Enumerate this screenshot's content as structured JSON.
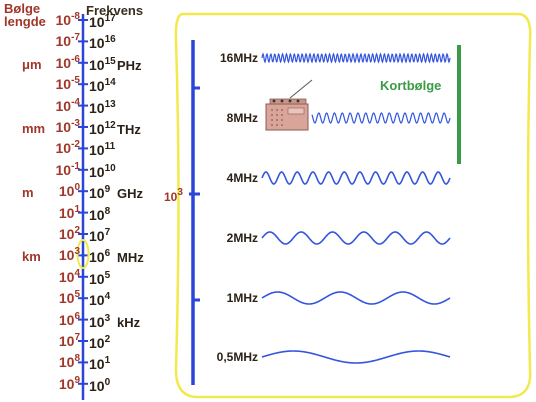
{
  "headers": {
    "wavelength_line1": "Bølge",
    "wavelength_line2": "lengde",
    "frequency": "Frekvens"
  },
  "wavelength_scale": [
    {
      "unit": "",
      "base": "10",
      "exp": "-8"
    },
    {
      "unit": "",
      "base": "10",
      "exp": "-7"
    },
    {
      "unit": "μm",
      "base": "10",
      "exp": "-6"
    },
    {
      "unit": "",
      "base": "10",
      "exp": "-5"
    },
    {
      "unit": "",
      "base": "10",
      "exp": "-4"
    },
    {
      "unit": "mm",
      "base": "10",
      "exp": "-3"
    },
    {
      "unit": "",
      "base": "10",
      "exp": "-2"
    },
    {
      "unit": "",
      "base": "10",
      "exp": "-1"
    },
    {
      "unit": "m",
      "base": "10",
      "exp": "0"
    },
    {
      "unit": "",
      "base": "10",
      "exp": "1"
    },
    {
      "unit": "",
      "base": "10",
      "exp": "2"
    },
    {
      "unit": "km",
      "base": "10",
      "exp": "3"
    },
    {
      "unit": "",
      "base": "10",
      "exp": "4"
    },
    {
      "unit": "",
      "base": "10",
      "exp": "5"
    },
    {
      "unit": "",
      "base": "10",
      "exp": "6"
    },
    {
      "unit": "",
      "base": "10",
      "exp": "7"
    },
    {
      "unit": "",
      "base": "10",
      "exp": "8"
    },
    {
      "unit": "",
      "base": "10",
      "exp": "9"
    }
  ],
  "frequency_scale": [
    {
      "base": "10",
      "exp": "17",
      "unit": ""
    },
    {
      "base": "10",
      "exp": "16",
      "unit": ""
    },
    {
      "base": "10",
      "exp": "15",
      "unit": "PHz"
    },
    {
      "base": "10",
      "exp": "14",
      "unit": ""
    },
    {
      "base": "10",
      "exp": "13",
      "unit": ""
    },
    {
      "base": "10",
      "exp": "12",
      "unit": "THz"
    },
    {
      "base": "10",
      "exp": "11",
      "unit": ""
    },
    {
      "base": "10",
      "exp": "10",
      "unit": ""
    },
    {
      "base": "10",
      "exp": "9",
      "unit": "GHz"
    },
    {
      "base": "10",
      "exp": "8",
      "unit": ""
    },
    {
      "base": "10",
      "exp": "7",
      "unit": ""
    },
    {
      "base": "10",
      "exp": "6",
      "unit": "MHz"
    },
    {
      "base": "10",
      "exp": "5",
      "unit": ""
    },
    {
      "base": "10",
      "exp": "4",
      "unit": ""
    },
    {
      "base": "10",
      "exp": "3",
      "unit": "kHz"
    },
    {
      "base": "10",
      "exp": "2",
      "unit": ""
    },
    {
      "base": "10",
      "exp": "1",
      "unit": ""
    },
    {
      "base": "10",
      "exp": "0",
      "unit": ""
    }
  ],
  "zoom": {
    "scale_base": "10",
    "scale_exp": "3",
    "shortwave_label": "Kortbølge"
  },
  "waves": [
    {
      "label": "16MHz",
      "cycles": 48
    },
    {
      "label": "8MHz",
      "cycles": 24
    },
    {
      "label": "4MHz",
      "cycles": 12
    },
    {
      "label": "2MHz",
      "cycles": 6
    },
    {
      "label": "1MHz",
      "cycles": 3
    },
    {
      "label": "0,5MHz",
      "cycles": 1.5
    }
  ],
  "colors": {
    "axis_blue": "#2a45d8",
    "wave_blue": "#3355dd",
    "highlight_yellow": "#f2ea4c",
    "shortwave_green": "#3a9a45",
    "wavelength_red": "#a0372a",
    "frequency_dark": "#2b2116",
    "radio_body": "#d9a59a"
  }
}
